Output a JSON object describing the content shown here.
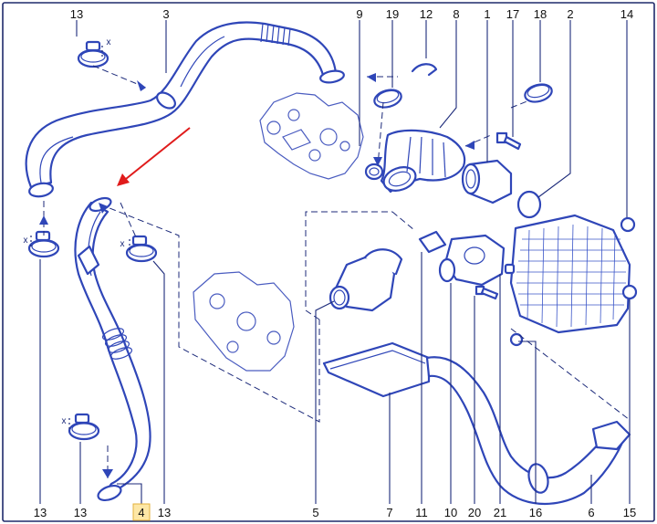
{
  "callouts_top": [
    {
      "id": "c13-top",
      "label": "13"
    },
    {
      "id": "c3",
      "label": "3"
    },
    {
      "id": "c9",
      "label": "9"
    },
    {
      "id": "c19",
      "label": "19"
    },
    {
      "id": "c12",
      "label": "12"
    },
    {
      "id": "c8",
      "label": "8"
    },
    {
      "id": "c1",
      "label": "1"
    },
    {
      "id": "c17",
      "label": "17"
    },
    {
      "id": "c18",
      "label": "18"
    },
    {
      "id": "c2",
      "label": "2"
    },
    {
      "id": "c14",
      "label": "14"
    }
  ],
  "callouts_bottom": [
    {
      "id": "c13-b1",
      "label": "13"
    },
    {
      "id": "c13-b2",
      "label": "13"
    },
    {
      "id": "c4",
      "label": "4",
      "highlighted": true
    },
    {
      "id": "c13-b3",
      "label": "13"
    },
    {
      "id": "c5",
      "label": "5"
    },
    {
      "id": "c7",
      "label": "7"
    },
    {
      "id": "c11",
      "label": "11"
    },
    {
      "id": "c10",
      "label": "10"
    },
    {
      "id": "c20",
      "label": "20"
    },
    {
      "id": "c21",
      "label": "21"
    },
    {
      "id": "c16",
      "label": "16"
    },
    {
      "id": "c6",
      "label": "6"
    },
    {
      "id": "c15",
      "label": "15"
    }
  ],
  "dimension_marks": [
    {
      "id": "x-top",
      "label": "x"
    },
    {
      "id": "x-left",
      "label": "x"
    },
    {
      "id": "x-mid",
      "label": "x"
    },
    {
      "id": "x-low",
      "label": "x"
    }
  ],
  "colors": {
    "outline": "#2f46b8",
    "highlight": "#fde7a6",
    "pointer_arrow": "#e01b1b"
  }
}
